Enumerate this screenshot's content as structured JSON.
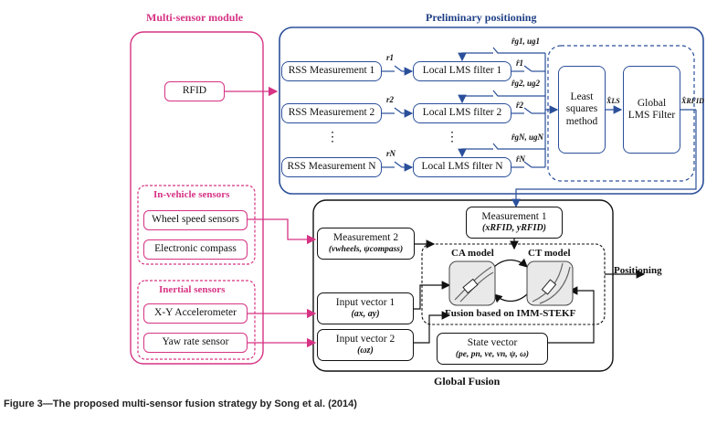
{
  "multisensor": {
    "title": "Multi-sensor module",
    "rfid": "RFID",
    "invehicle_title": "In-vehicle sensors",
    "wheel_speed": "Wheel speed sensors",
    "compass": "Electronic compass",
    "inertial_title": "Inertial sensors",
    "accelerometer": "X-Y Accelerometer",
    "yaw": "Yaw rate sensor"
  },
  "preliminary": {
    "title": "Preliminary positioning",
    "rss1": "RSS Measurement 1",
    "rss2": "RSS Measurement 2",
    "rssN": "RSS Measurement N",
    "lms1": "Local LMS filter 1",
    "lms2": "Local LMS filter 2",
    "lmsN": "Local LMS filter N",
    "least_squares": "Least squares method",
    "global_lms": "Global LMS Filter",
    "dots": "⋮",
    "sym_r1": "r1",
    "sym_r2": "r2",
    "sym_rN": "rN",
    "sym_rg1": "r̂g1, ug1",
    "sym_rg2": "r̂g2, ug2",
    "sym_rgN": "r̂gN, ugN",
    "sym_rhat1": "r̂1",
    "sym_rhat2": "r̂2",
    "sym_rhatN": "r̂N",
    "sym_xls": "X̂LS",
    "sym_xrfid": "X̂RFID"
  },
  "global": {
    "title": "Global Fusion",
    "meas1_line1": "Measurement 1",
    "meas1_line2": "(xRFID, yRFID)",
    "meas2_line1": "Measurement 2",
    "meas2_line2": "(vwheels, ψcompass)",
    "input1_line1": "Input vector 1",
    "input1_line2": "(ax, ay)",
    "input2_line1": "Input vector 2",
    "input2_line2": "(ωz)",
    "ca_model": "CA model",
    "ct_model": "CT model",
    "fusion_label": "Fusion based on IMM-STEKF",
    "state_line1": "State vector",
    "state_line2": "(pe, pn, ve, vn, ψ, ω)",
    "positioning": "Positioning"
  },
  "caption": "Figure 3—The proposed multi-sensor fusion strategy by Song et al. (2014)",
  "colors": {
    "pink": "#d63384",
    "navy": "#2b4f9a",
    "black": "#111111"
  }
}
